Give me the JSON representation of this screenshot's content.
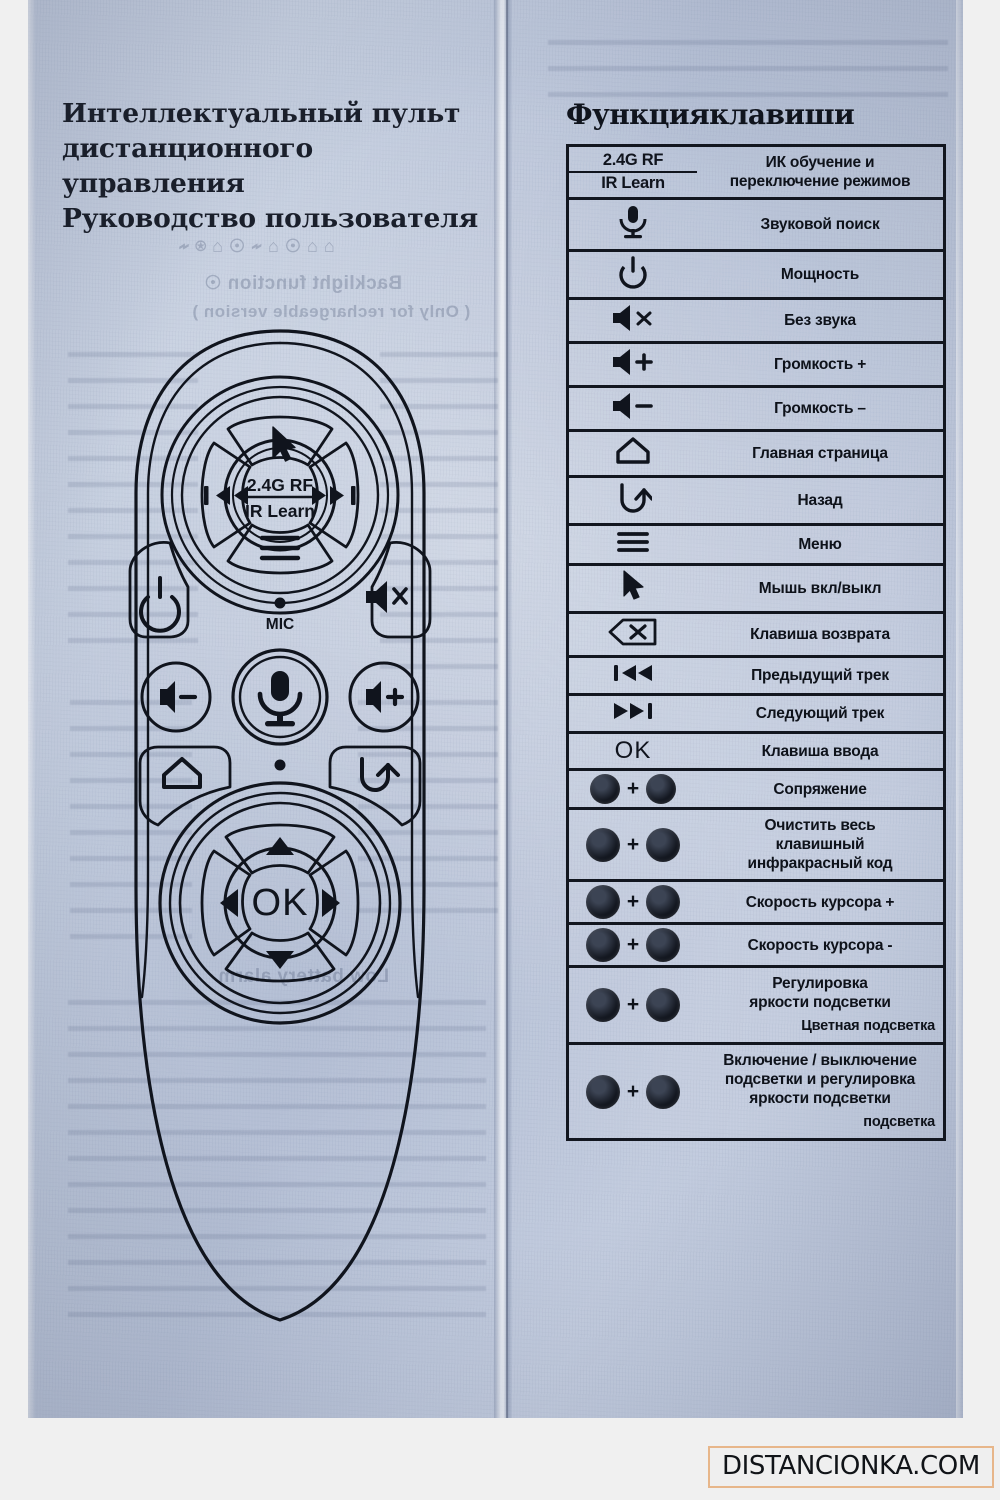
{
  "document": {
    "left_page": {
      "title_lines": [
        "Интеллектуальный  пульт",
        "дистанционного управления",
        "Руководство пользователя"
      ]
    },
    "right_page": {
      "heading": "Функцияклавиши"
    }
  },
  "remote": {
    "center_label_top": "2.4G RF",
    "center_label_bottom": "IR Learn",
    "mic_label": "MIC",
    "ok_label": "OK",
    "buttons": [
      {
        "name": "mouse-toggle",
        "glyph": "cursor"
      },
      {
        "name": "previous-track",
        "glyph": "prev"
      },
      {
        "name": "next-track",
        "glyph": "next"
      },
      {
        "name": "menu",
        "glyph": "hamburger"
      },
      {
        "name": "power",
        "glyph": "power"
      },
      {
        "name": "mute",
        "glyph": "mute"
      },
      {
        "name": "volume-down",
        "glyph": "vol-minus"
      },
      {
        "name": "voice-search",
        "glyph": "microphone"
      },
      {
        "name": "volume-up",
        "glyph": "vol-plus"
      },
      {
        "name": "home",
        "glyph": "home"
      },
      {
        "name": "back",
        "glyph": "back"
      },
      {
        "name": "dpad-up",
        "glyph": "triangle-up"
      },
      {
        "name": "dpad-left",
        "glyph": "triangle-left"
      },
      {
        "name": "dpad-right",
        "glyph": "triangle-right"
      },
      {
        "name": "dpad-down",
        "glyph": "triangle-down"
      },
      {
        "name": "ok",
        "glyph": "OK"
      }
    ]
  },
  "function_table": {
    "rows": [
      {
        "key_type": "rf",
        "key_top": "2.4G RF",
        "key_bottom": "IR Learn",
        "icon": "rf-ir-learn",
        "desc": "ИК обучение и\nпереключение режимов"
      },
      {
        "key_type": "glyph",
        "glyph": "\u0001",
        "icon": "microphone-icon",
        "desc": "Звуковой поиск"
      },
      {
        "key_type": "glyph",
        "glyph": "⏻",
        "icon": "power-icon",
        "desc": "Мощность"
      },
      {
        "key_type": "glyph",
        "glyph": "mute",
        "icon": "mute-icon",
        "desc": "Без звука"
      },
      {
        "key_type": "glyph",
        "glyph": "volplus",
        "icon": "volume-up-icon",
        "desc": "Громкость +"
      },
      {
        "key_type": "glyph",
        "glyph": "volminus",
        "icon": "volume-down-icon",
        "desc": "Громкость –"
      },
      {
        "key_type": "glyph",
        "glyph": "home",
        "icon": "home-icon",
        "desc": "Главная страница"
      },
      {
        "key_type": "glyph",
        "glyph": "back",
        "icon": "back-arrow-icon",
        "desc": "Назад"
      },
      {
        "key_type": "glyph",
        "glyph": "menu",
        "icon": "hamburger-menu-icon",
        "desc": "Меню"
      },
      {
        "key_type": "glyph",
        "glyph": "cursor",
        "icon": "mouse-cursor-icon",
        "desc": "Мышь вкл/выкл"
      },
      {
        "key_type": "glyph",
        "glyph": "backspace",
        "icon": "backspace-icon",
        "desc": "Клавиша возврата"
      },
      {
        "key_type": "glyph",
        "glyph": "prev",
        "icon": "previous-track-icon",
        "desc": "Предыдущий трек"
      },
      {
        "key_type": "glyph",
        "glyph": "next",
        "icon": "next-track-icon",
        "desc": "Следующий трек"
      },
      {
        "key_type": "text",
        "glyph": "OK",
        "icon": "ok-key",
        "desc": "Клавиша ввода"
      },
      {
        "key_type": "combo",
        "icon": "key-combo",
        "desc": "Сопряжение"
      },
      {
        "key_type": "combo",
        "icon": "key-combo",
        "desc": "Очистить весь\nклавишный\nинфракрасный код"
      },
      {
        "key_type": "combo",
        "icon": "key-combo",
        "desc": "Скорость курсора +"
      },
      {
        "key_type": "combo",
        "icon": "key-combo",
        "desc": "Скорость курсора -"
      },
      {
        "key_type": "combo",
        "icon": "key-combo",
        "desc": "Регулировка\nяркости подсветки",
        "sublabel": "Цветная подсветка"
      },
      {
        "key_type": "combo",
        "icon": "key-combo",
        "desc": "Включение / выключение\nподсветки и регулировка\nяркости подсветки",
        "sublabel": "подсветка"
      }
    ]
  },
  "watermark": {
    "text": "DISTANCIONKA.COM",
    "border_color": "#e7b68a",
    "background": "#efefef"
  },
  "colors": {
    "paper": "#c2cbdd",
    "ink": "#10141d",
    "page_background": "#f0f0f0"
  }
}
